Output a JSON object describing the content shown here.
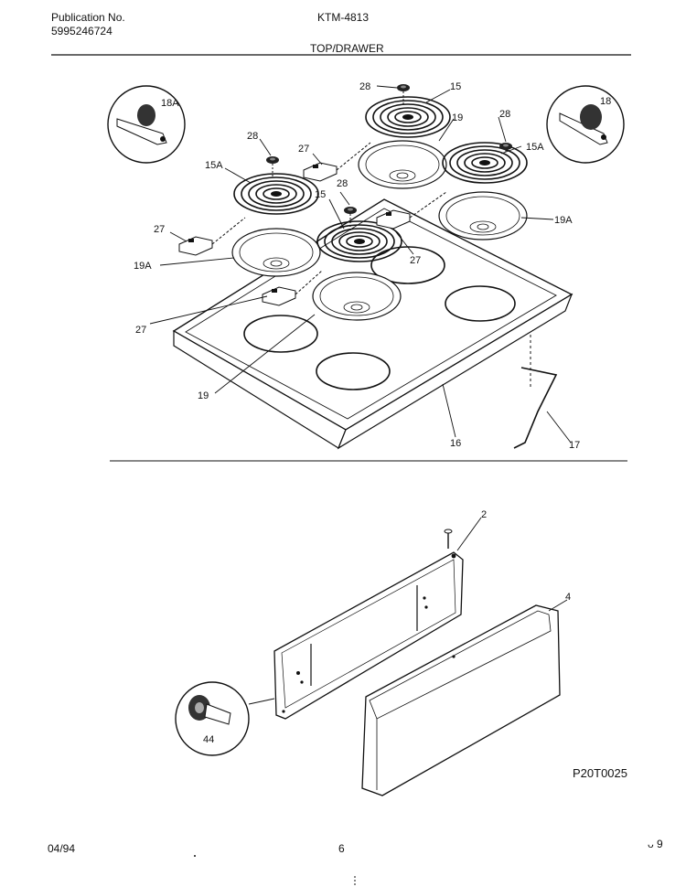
{
  "header": {
    "publication_label": "Publication No.",
    "publication_number": "5995246724",
    "model": "KTM-4813",
    "section_title": "TOP/DRAWER"
  },
  "callouts": {
    "c28_top": "28",
    "c15_top": "15",
    "c19_top": "19",
    "c28_right": "28",
    "c15A_right": "15A",
    "c18A": "18A",
    "c18": "18",
    "c28_left": "28",
    "c27_upper": "27",
    "c15A_left": "15A",
    "c28_mid": "28",
    "c15_mid": "15",
    "c27_left": "27",
    "c19A_left": "19A",
    "c27_right": "27",
    "c19A_right": "19A",
    "c27_lower": "27",
    "c19_lower": "19",
    "c16": "16",
    "c17": "17",
    "c2": "2",
    "c4": "4",
    "c44": "44"
  },
  "figure_code": "P20T0025",
  "footer": {
    "date": "04/94",
    "page": "6",
    "mark": "ᴗ 9"
  }
}
